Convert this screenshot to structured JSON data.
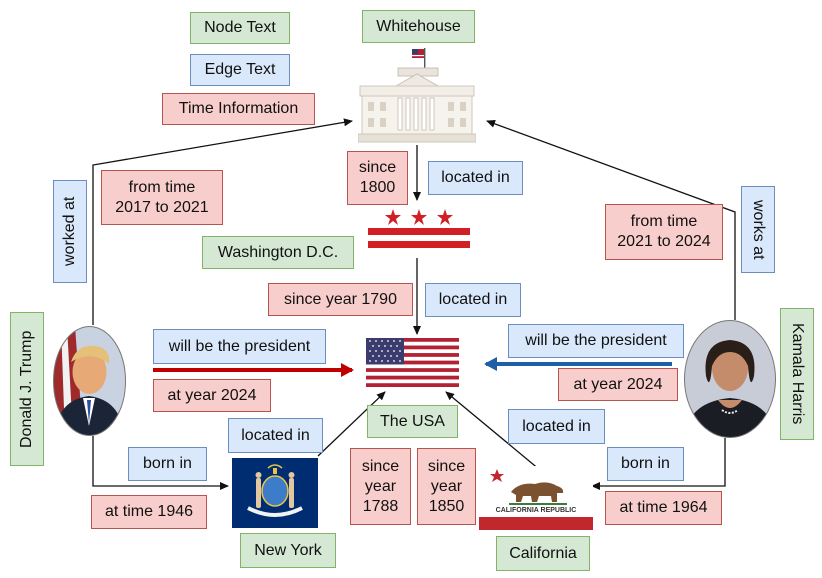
{
  "legend": {
    "node_text": "Node Text",
    "edge_text": "Edge Text",
    "time_information": "Time Information"
  },
  "nodes": {
    "whitehouse": "Whitehouse",
    "washington": "Washington D.C.",
    "usa": "The USA",
    "new_york": "New York",
    "california": "California",
    "trump": "Donald J. Trump",
    "harris": "Kamala Harris"
  },
  "edges": {
    "dc_located_in": "located in",
    "trump_worked_at": "worked at",
    "harris_works_at": "works at",
    "dc_usa_located_in": "located in",
    "trump_president": "will be the president",
    "harris_president": "will be the president",
    "ny_located_in": "located in",
    "ca_located_in": "located in",
    "trump_born_in": "born in",
    "harris_born_in": "born in"
  },
  "times": {
    "wh_since": "since\n1800",
    "trump_work": "from time\n2017 to 2021",
    "harris_work": "from time\n2021 to 2024",
    "dc_since": "since year 1790",
    "trump_2024": "at year 2024",
    "harris_2024": "at year 2024",
    "trump_born": "at time 1946",
    "harris_born": "at time 1964",
    "ny_since": "since\nyear\n1788",
    "ca_since": "since\nyear\n1850"
  },
  "flag_text": {
    "california": "CALIFORNIA REPUBLIC"
  },
  "colors": {
    "node_fill": "#d5e8d4",
    "edge_fill": "#dae8fc",
    "time_fill": "#f8cecc",
    "red_arrow": "#c00000",
    "blue_arrow": "#1f5fa8"
  }
}
